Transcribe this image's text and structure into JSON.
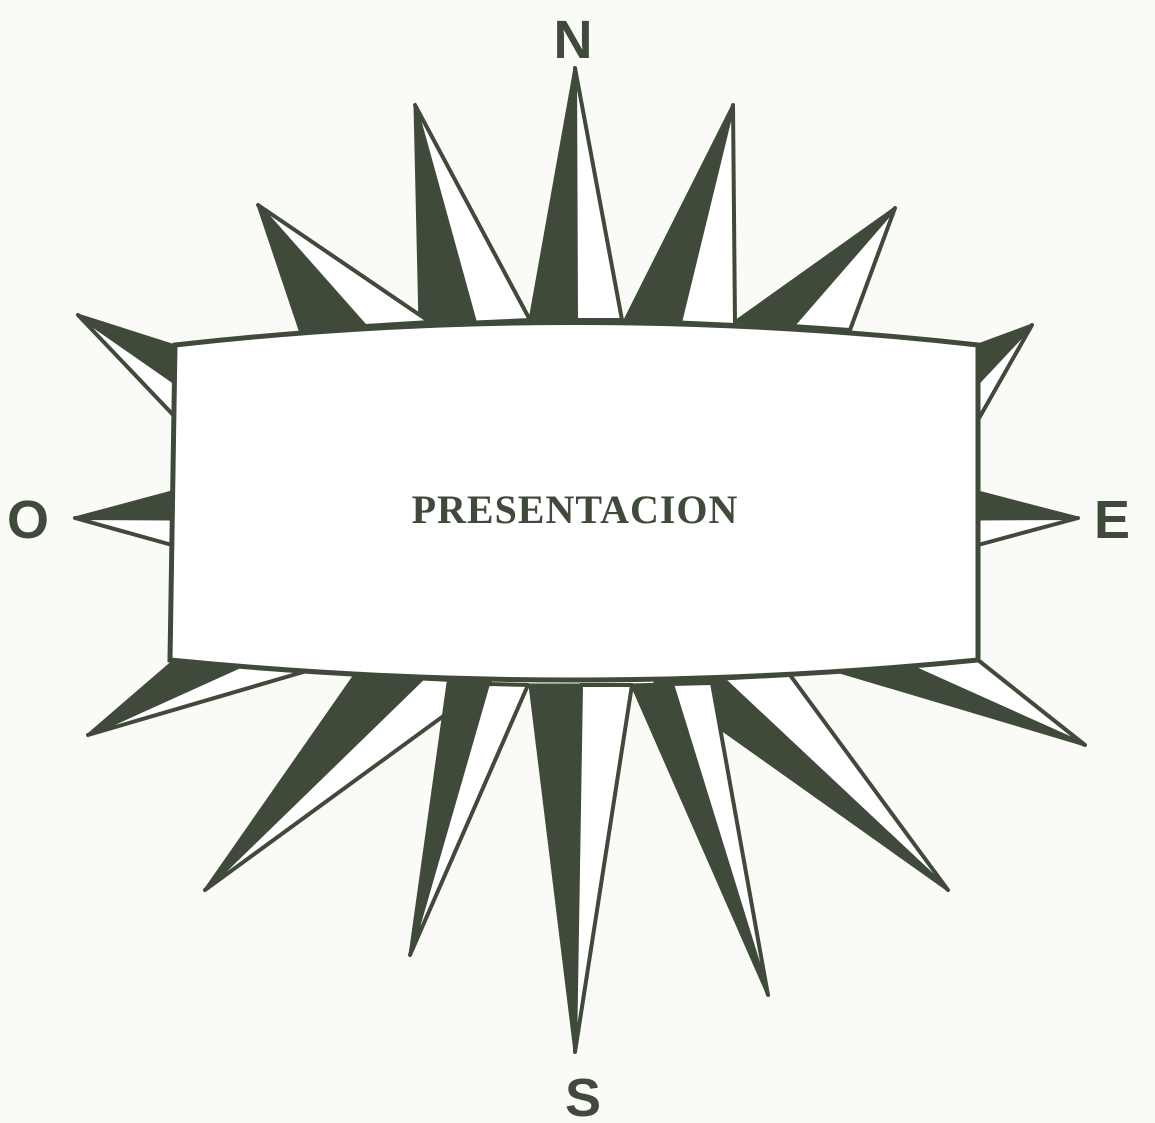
{
  "compass": {
    "north": "N",
    "south": "S",
    "east": "E",
    "west": "O"
  },
  "banner": {
    "title": "PRESENTACION"
  },
  "colors": {
    "ink": "#3f4a3a",
    "background": "#fafaf6",
    "banner_fill": "#ffffff"
  }
}
